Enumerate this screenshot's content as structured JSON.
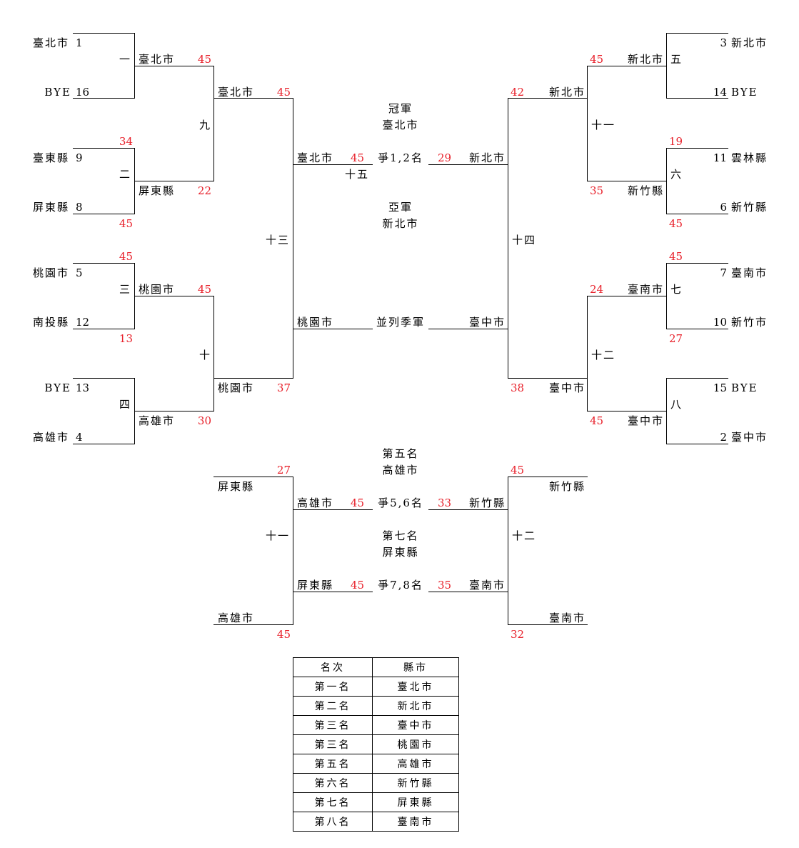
{
  "left_bracket": {
    "round1": [
      {
        "match": "一",
        "top": {
          "team": "臺北市",
          "seed": "1"
        },
        "bottom": {
          "team": "BYE",
          "seed": "16"
        },
        "top_score": "",
        "bottom_score": "",
        "winner": "臺北市",
        "winner_score": "45"
      },
      {
        "match": "二",
        "top": {
          "team": "臺東縣",
          "seed": "9"
        },
        "bottom": {
          "team": "屏東縣",
          "seed": "8"
        },
        "top_score": "34",
        "bottom_score": "45",
        "winner": "屏東縣",
        "winner_score": "22"
      },
      {
        "match": "三",
        "top": {
          "team": "桃園市",
          "seed": "5"
        },
        "bottom": {
          "team": "南投縣",
          "seed": "12"
        },
        "top_score": "45",
        "bottom_score": "13",
        "winner": "桃園市",
        "winner_score": "45"
      },
      {
        "match": "四",
        "top": {
          "team": "BYE",
          "seed": "13"
        },
        "bottom": {
          "team": "高雄市",
          "seed": "4"
        },
        "top_score": "",
        "bottom_score": "",
        "winner": "高雄市",
        "winner_score": "30"
      }
    ],
    "round2": [
      {
        "match": "九",
        "winner": "臺北市",
        "winner_score": "45"
      },
      {
        "match": "十",
        "winner": "桃園市",
        "winner_score": "37"
      }
    ],
    "semi": {
      "match": "十三",
      "winner": "臺北市",
      "winner_score": "45",
      "loser": "桃園市"
    }
  },
  "right_bracket": {
    "round1": [
      {
        "match": "五",
        "top": {
          "team": "新北市",
          "seed": "3"
        },
        "bottom": {
          "team": "BYE",
          "seed": "14"
        },
        "top_score": "",
        "bottom_score": "",
        "winner": "新北市",
        "winner_score": "45"
      },
      {
        "match": "六",
        "top": {
          "team": "雲林縣",
          "seed": "11"
        },
        "bottom": {
          "team": "新竹縣",
          "seed": "6"
        },
        "top_score": "19",
        "bottom_score": "45",
        "winner": "新竹縣",
        "winner_score": "35"
      },
      {
        "match": "七",
        "top": {
          "team": "臺南市",
          "seed": "7"
        },
        "bottom": {
          "team": "新竹市",
          "seed": "10"
        },
        "top_score": "45",
        "bottom_score": "27",
        "winner": "臺南市",
        "winner_score": "24"
      },
      {
        "match": "八",
        "top": {
          "team": "BYE",
          "seed": "15"
        },
        "bottom": {
          "team": "臺中市",
          "seed": "2"
        },
        "top_score": "",
        "bottom_score": "",
        "winner": "臺中市",
        "winner_score": "45"
      }
    ],
    "round2": [
      {
        "match": "十一",
        "winner": "新北市",
        "winner_score": "42"
      },
      {
        "match": "十二",
        "winner": "臺中市",
        "winner_score": "38"
      }
    ],
    "semi": {
      "match": "十四",
      "winner": "新北市",
      "winner_score": "29",
      "loser": "臺中市"
    }
  },
  "final": {
    "match": "十五",
    "label": "爭1,2名",
    "champion_title": "冠軍",
    "champion": "臺北市",
    "runner_up_title": "亞軍",
    "runner_up": "新北市",
    "third_label": "並列季軍"
  },
  "placement": {
    "left_match": "十一",
    "right_match": "十二",
    "left": {
      "top_team": "屏東縣",
      "top_score": "27",
      "bottom_team": "高雄市",
      "bottom_score": "45"
    },
    "right": {
      "top_team": "新竹縣",
      "top_score": "45",
      "bottom_team": "臺南市",
      "bottom_score": "32"
    },
    "game56": {
      "label": "爭5,6名",
      "left_team": "高雄市",
      "left_score": "45",
      "right_team": "新竹縣",
      "right_score": "33",
      "result_title": "第五名",
      "result_team": "高雄市"
    },
    "game78": {
      "label": "爭7,8名",
      "left_team": "屏東縣",
      "left_score": "45",
      "right_team": "臺南市",
      "right_score": "35",
      "result_title": "第七名",
      "result_team": "屏東縣"
    }
  },
  "ranking_table": {
    "headers": [
      "名次",
      "縣市"
    ],
    "rows": [
      [
        "第一名",
        "臺北市"
      ],
      [
        "第二名",
        "新北市"
      ],
      [
        "第三名",
        "臺中市"
      ],
      [
        "第三名",
        "桃園市"
      ],
      [
        "第五名",
        "高雄市"
      ],
      [
        "第六名",
        "新竹縣"
      ],
      [
        "第七名",
        "屏東縣"
      ],
      [
        "第八名",
        "臺南市"
      ]
    ]
  },
  "colors": {
    "score": "#e8202a",
    "line": "#000000"
  }
}
